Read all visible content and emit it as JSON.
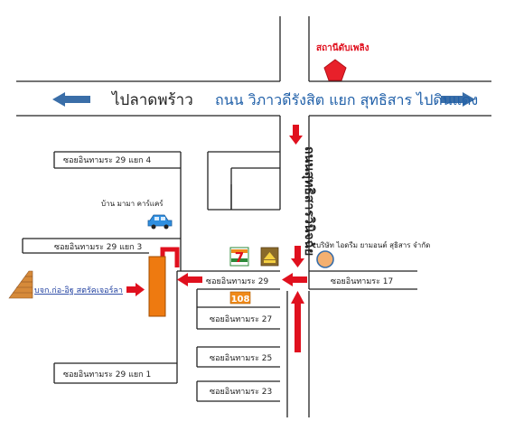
{
  "top_road": {
    "left_text": "ไปลาดพร้าว",
    "right_text": "ถนน วิภาวดีรังสิต แยก สุทธิสาร ไปดินแดง"
  },
  "fire_station": {
    "label": "สถานีดับเพลิง",
    "icon": "pentagon-marker-icon",
    "color": "#e8202a"
  },
  "vertical_road": {
    "label": "ถนนสุทธิสารวินิจฉัย"
  },
  "sois": {
    "soi29_4": "ซอยอินทามระ 29 แยก 4",
    "soi29_3": "ซอยอินทามระ 29 แยก 3",
    "soi29_1": "ซอยอินทามระ 29 แยก 1",
    "soi29": "ซอยอินทามระ 29",
    "soi17": "ซอยอินทามระ 17",
    "soi27": "ซอยอินทามระ 27",
    "soi25": "ซอยอินทามระ 25",
    "soi23": "ซอยอินทามระ 23"
  },
  "landmarks": {
    "car_shop": "บ้าน มามา คาร์แคร์",
    "company": "บริษัท ไอดรีม ยามอนต์ สุธิสาร จำกัด",
    "target": "บจก.ก่อ-อิฐ สตรัคเจอร์ลา",
    "seven_eleven": "7",
    "shop_108": "108"
  },
  "colors": {
    "road_line": "#222222",
    "arrow_red": "#e0101e",
    "arrow_blue": "#3a6ea8",
    "target_building": "#ee7a10",
    "top_road_text": "#1f5fa8",
    "fire_label": "#e0101e"
  }
}
